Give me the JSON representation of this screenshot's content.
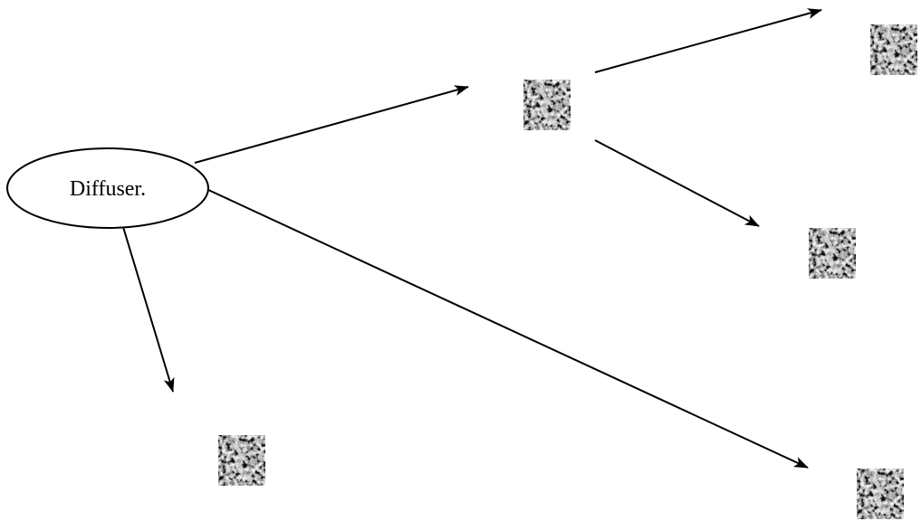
{
  "diagram": {
    "source": {
      "label": "Diffuser."
    },
    "nodes": [
      {
        "id": "intermediate",
        "marker": "cross-icon",
        "thumbnail": "speckle-image"
      },
      {
        "id": "top-right",
        "marker": "cross-icon",
        "thumbnail": "speckle-image"
      },
      {
        "id": "middle-right",
        "marker": "cross-icon",
        "thumbnail": "speckle-image"
      },
      {
        "id": "bottom-left",
        "marker": "cross-icon",
        "thumbnail": "speckle-image"
      },
      {
        "id": "bottom-right",
        "marker": "cross-icon",
        "thumbnail": "speckle-image"
      }
    ],
    "edges": [
      {
        "from": "source",
        "to": "intermediate"
      },
      {
        "from": "source",
        "to": "bottom-left"
      },
      {
        "from": "source",
        "to": "bottom-right"
      },
      {
        "from": "intermediate",
        "to": "top-right"
      },
      {
        "from": "intermediate",
        "to": "middle-right"
      }
    ],
    "colors": {
      "line": "#000000",
      "background": "#ffffff"
    }
  }
}
